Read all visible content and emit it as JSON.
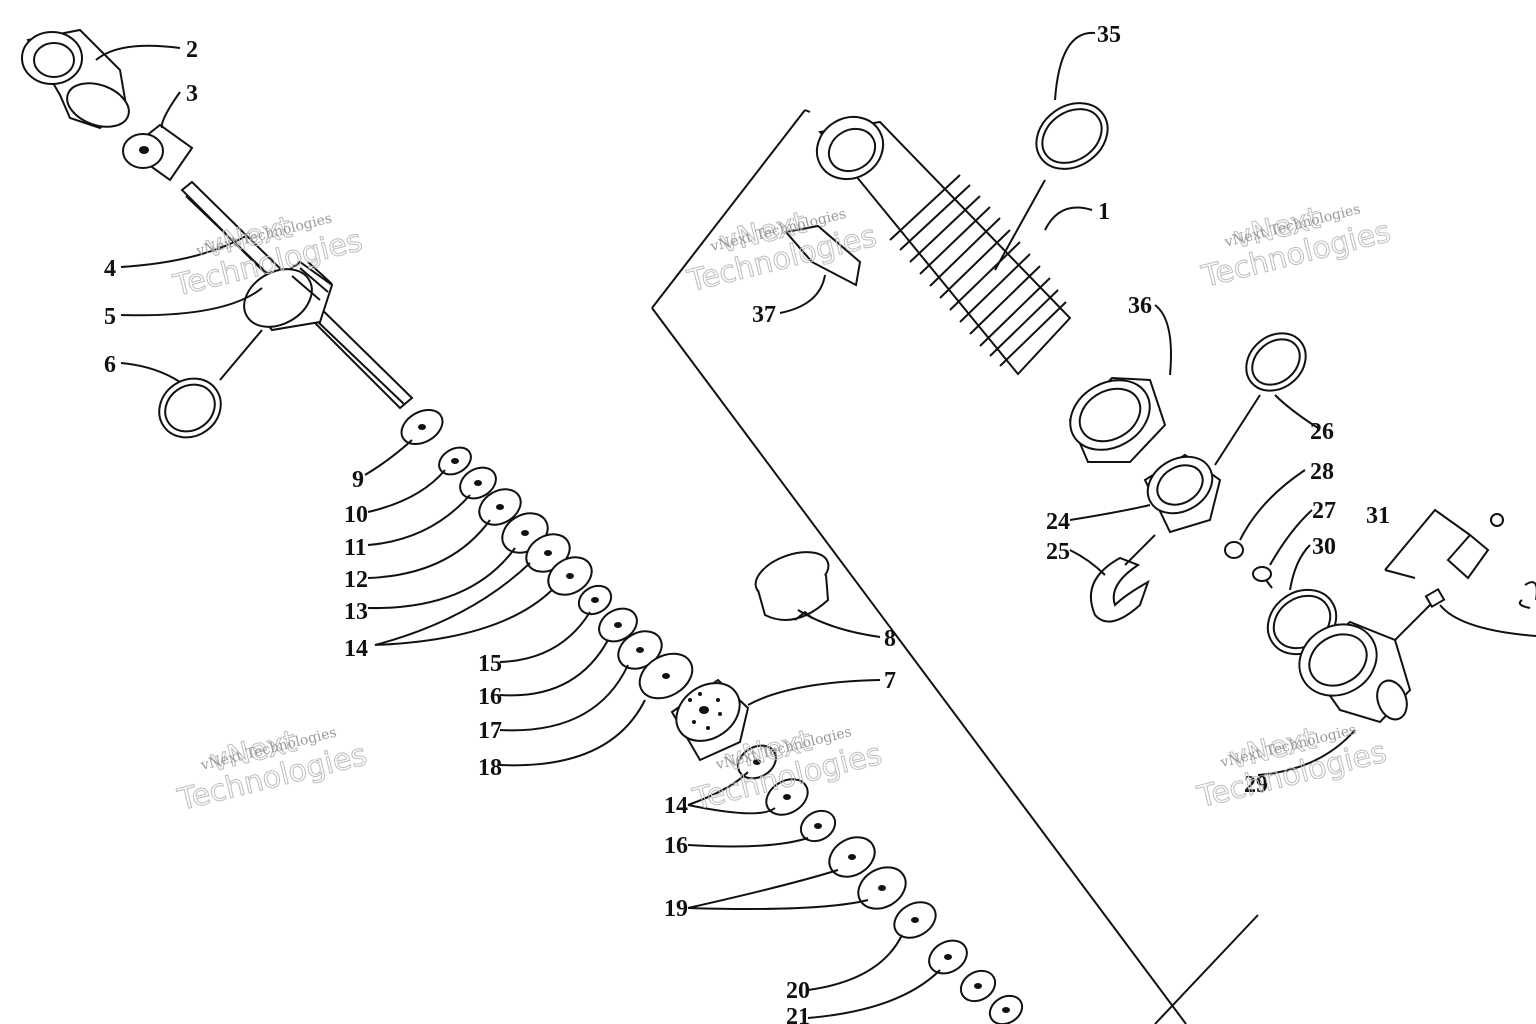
{
  "watermark": {
    "line1": "vNext Technologies",
    "line2": "vNext",
    "line3": "Technologies"
  },
  "callouts": {
    "c1": "1",
    "c2": "2",
    "c3": "3",
    "c4": "4",
    "c5": "5",
    "c6": "6",
    "c7": "7",
    "c8": "8",
    "c9": "9",
    "c10": "10",
    "c11": "11",
    "c12": "12",
    "c13": "13",
    "c14a": "14",
    "c14b": "14",
    "c15": "15",
    "c16a": "16",
    "c16b": "16",
    "c17": "17",
    "c18": "18",
    "c19": "19",
    "c20": "20",
    "c21": "21",
    "c24": "24",
    "c25": "25",
    "c26": "26",
    "c27": "27",
    "c28": "28",
    "c29": "29",
    "c30": "30",
    "c31": "31",
    "c35": "35",
    "c36": "36",
    "c37": "37"
  }
}
